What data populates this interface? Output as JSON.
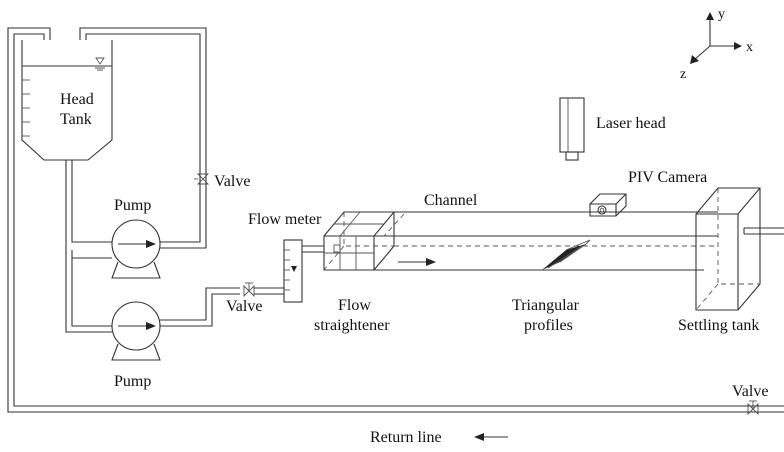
{
  "labels": {
    "head_tank_line1": "Head",
    "head_tank_line2": "Tank",
    "valve_upper": "Valve",
    "pump_top": "Pump",
    "pump_bottom": "Pump",
    "valve_lower": "Valve",
    "flow_meter": "Flow meter",
    "flow_straightener_line1": "Flow",
    "flow_straightener_line2": "straightener",
    "channel": "Channel",
    "triangular_profiles_line1": "Triangular",
    "triangular_profiles_line2": "profiles",
    "laser_head": "Laser head",
    "piv_camera": "PIV Camera",
    "settling_tank": "Settling tank",
    "valve_return": "Valve",
    "return_line": "Return line"
  },
  "axes": {
    "y": "y",
    "x": "x",
    "z": "z"
  }
}
